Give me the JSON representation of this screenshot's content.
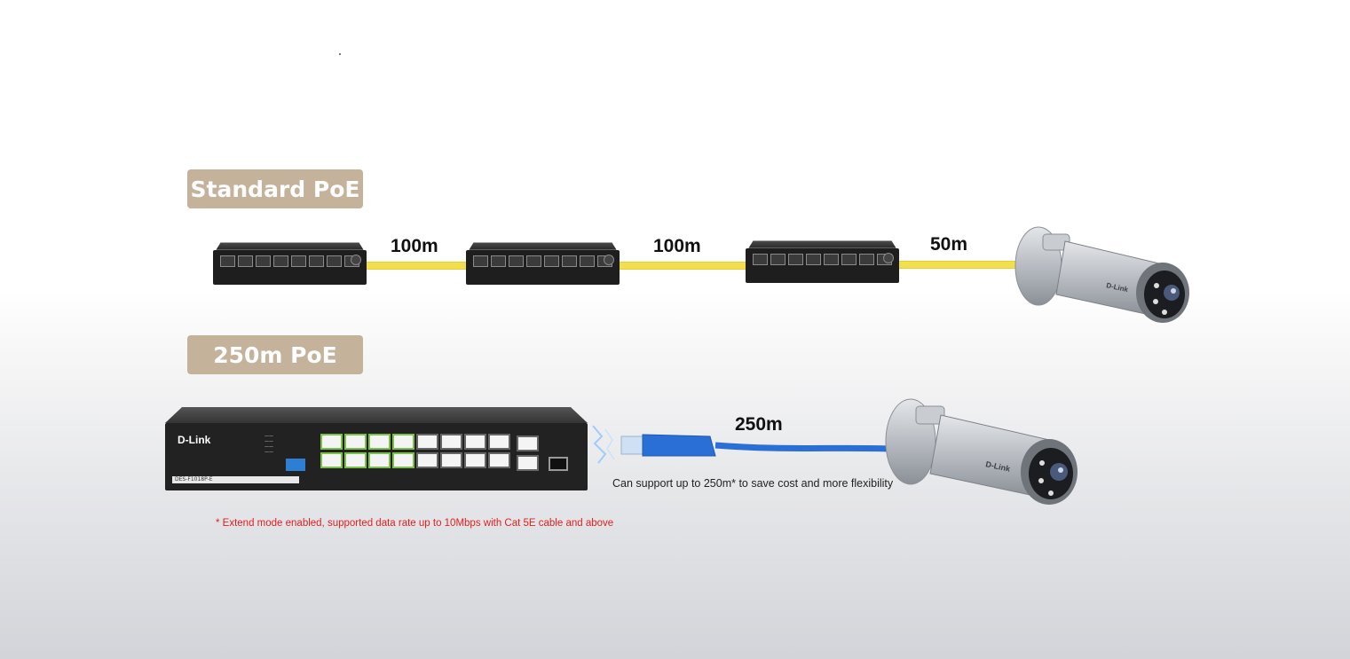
{
  "standard": {
    "badge": "Standard PoE",
    "distances": [
      "100m",
      "100m",
      "50m"
    ]
  },
  "long_range": {
    "badge": "250m PoE",
    "distance": "250m",
    "caption": "Can support up to 250m* to save cost and more flexibility",
    "switch_brand": "D-Link",
    "switch_model": "DES-F1018P-E",
    "camera_brand": "D-Link"
  },
  "footnote": "* Extend mode enabled, supported data rate up to 10Mbps with Cat 5E cable and above",
  "colors": {
    "badge": "#c4b29b",
    "cable_yellow": "#f2df4f",
    "cable_blue": "#2a6fd6",
    "footnote": "#e02020"
  }
}
